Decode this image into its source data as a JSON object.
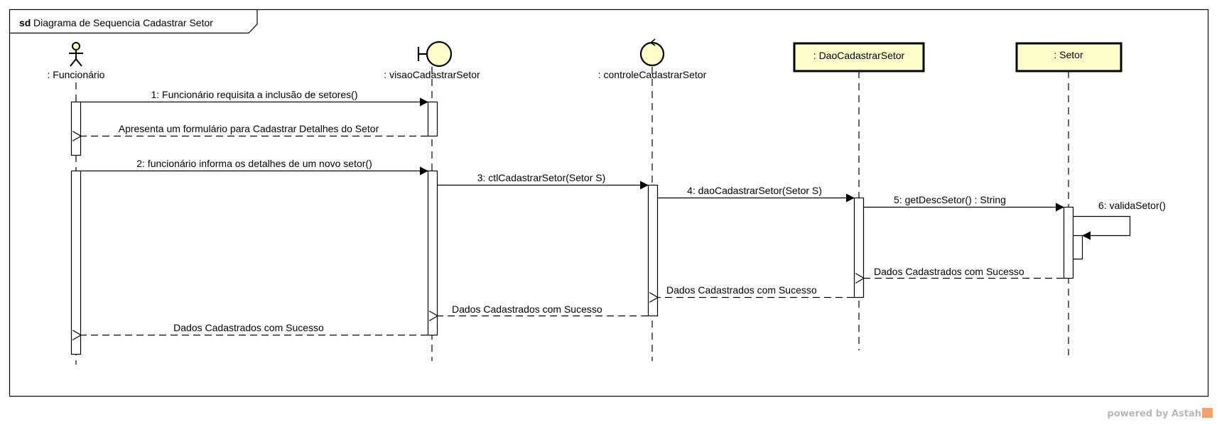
{
  "diagram": {
    "frame": {
      "keyword": "sd",
      "title": "Diagrama de Sequencia Cadastrar Setor"
    },
    "colors": {
      "object_fill": "#ffffcc",
      "line": "#000000",
      "watermark": "#b8b8b8",
      "astah_logo": "#f2a36b"
    },
    "lifelines": [
      {
        "id": "funcionario",
        "kind": "actor",
        "label": ": Funcionário"
      },
      {
        "id": "visao",
        "kind": "boundary",
        "label": ": visaoCadastrarSetor"
      },
      {
        "id": "controle",
        "kind": "control",
        "label": ": controleCadastrarSetor"
      },
      {
        "id": "dao",
        "kind": "object",
        "label": ": DaoCadastrarSetor"
      },
      {
        "id": "setor",
        "kind": "object",
        "label": ": Setor"
      }
    ],
    "messages": [
      {
        "from": "funcionario",
        "to": "visao",
        "type": "sync",
        "label": "1: Funcionário requisita a inclusão de setores()"
      },
      {
        "from": "visao",
        "to": "funcionario",
        "type": "reply",
        "label": "Apresenta um formulário para Cadastrar Detalhes do Setor"
      },
      {
        "from": "funcionario",
        "to": "visao",
        "type": "sync",
        "label": "2: funcionário informa os detalhes de um novo setor()"
      },
      {
        "from": "visao",
        "to": "controle",
        "type": "sync",
        "label": "3: ctlCadastrarSetor(Setor S)"
      },
      {
        "from": "controle",
        "to": "dao",
        "type": "sync",
        "label": "4: daoCadastrarSetor(Setor S)"
      },
      {
        "from": "dao",
        "to": "setor",
        "type": "sync",
        "label": "5: getDescSetor() : String"
      },
      {
        "from": "setor",
        "to": "setor",
        "type": "self",
        "label": "6: validaSetor()"
      },
      {
        "from": "setor",
        "to": "dao",
        "type": "reply",
        "label": "Dados Cadastrados com Sucesso"
      },
      {
        "from": "dao",
        "to": "controle",
        "type": "reply",
        "label": "Dados Cadastrados com Sucesso"
      },
      {
        "from": "controle",
        "to": "visao",
        "type": "reply",
        "label": "Dados Cadastrados com Sucesso"
      },
      {
        "from": "visao",
        "to": "funcionario",
        "type": "reply",
        "label": "Dados Cadastrados com Sucesso"
      }
    ]
  },
  "watermark": {
    "text": "powered by Astah"
  }
}
